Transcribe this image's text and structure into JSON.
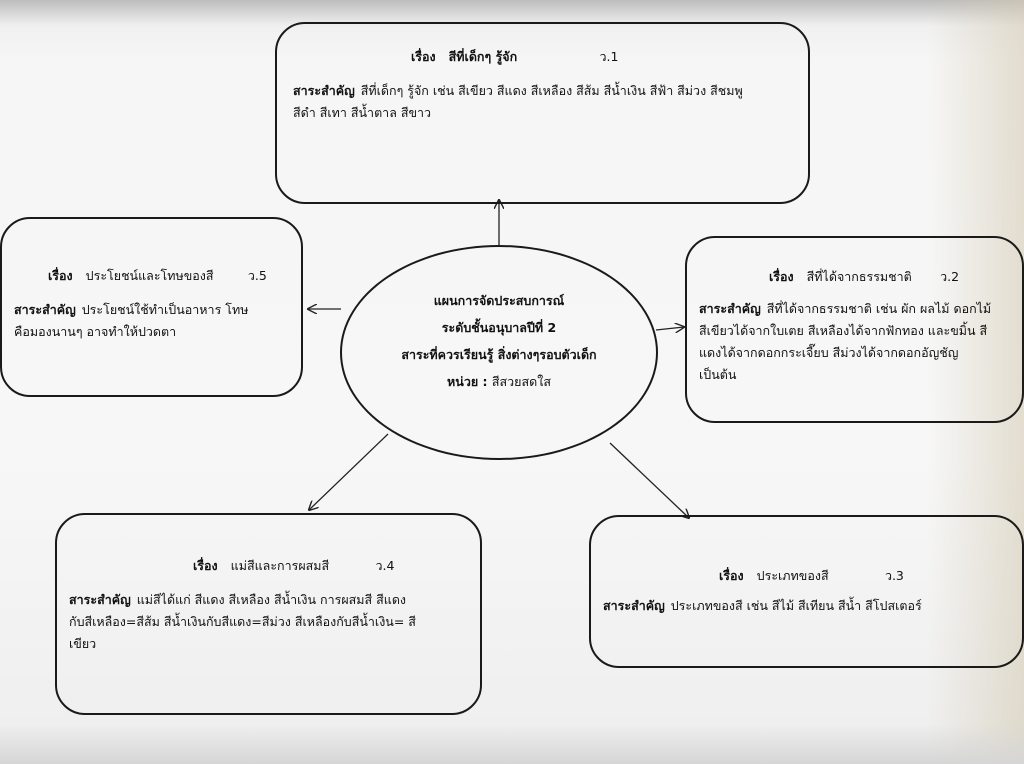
{
  "center": {
    "title": "แผนการจัดประสบการณ์",
    "level": "ระดับชั้นอนุบาลปีที่ 2",
    "topic": "สาระที่ควรเรียนรู้ สิ่งต่างๆรอบตัวเด็ก",
    "unit_label": "หน่วย :",
    "unit_value": "สีสวยสดใส"
  },
  "topics": {
    "t1": {
      "label": "เรื่อง",
      "title": "สีที่เด็กๆ รู้จัก",
      "ref": "ว.1",
      "essence_label": "สาระสำคัญ",
      "essence_line1": "สีที่เด็กๆ รู้จัก เช่น สีเขียว สีแดง สีเหลือง สีส้ม สีน้ำเงิน สีฟ้า สีม่วง สีชมพู",
      "essence_line2": "สีดำ สีเทา สีน้ำตาล สีขาว"
    },
    "t2": {
      "label": "เรื่อง",
      "title": "สีที่ได้จากธรรมชาติ",
      "ref": "ว.2",
      "essence_label": "สาระสำคัญ",
      "essence_line1": "สีที่ได้จากธรรมชาติ เช่น ผัก ผลไม้ ดอกไม้",
      "essence_line2": "สีเขียวได้จากใบเตย สีเหลืองได้จากฟักทอง และขมิ้น สี",
      "essence_line3": "แดงได้จากดอกกระเจี๊ยบ สีม่วงได้จากดอกอัญชัญ",
      "essence_line4": "เป็นต้น"
    },
    "t3": {
      "label": "เรื่อง",
      "title": "ประเภทของสี",
      "ref": "ว.3",
      "essence_label": "สาระสำคัญ",
      "essence_line1": "ประเภทของสี เช่น สีไม้ สีเทียน สีน้ำ สีโปสเตอร์"
    },
    "t4": {
      "label": "เรื่อง",
      "title": "แม่สีและการผสมสี",
      "ref": "ว.4",
      "essence_label": "สาระสำคัญ",
      "essence_line1": "แม่สีได้แก่ สีแดง สีเหลือง สีน้ำเงิน การผสมสี สีแดง",
      "essence_line2": "กับสีเหลือง=สีส้ม สีน้ำเงินกับสีแดง=สีม่วง สีเหลืองกับสีน้ำเงิน= สี",
      "essence_line3": "เขียว"
    },
    "t5": {
      "label": "เรื่อง",
      "title": "ประโยชน์และโทษของสี",
      "ref": "ว.5",
      "essence_label": "สาระสำคัญ",
      "essence_line1": "ประโยชน์ใช้ทำเป็นอาหาร โทษ",
      "essence_line2": "คือมองนานๆ อาจทำให้ปวดตา"
    }
  }
}
